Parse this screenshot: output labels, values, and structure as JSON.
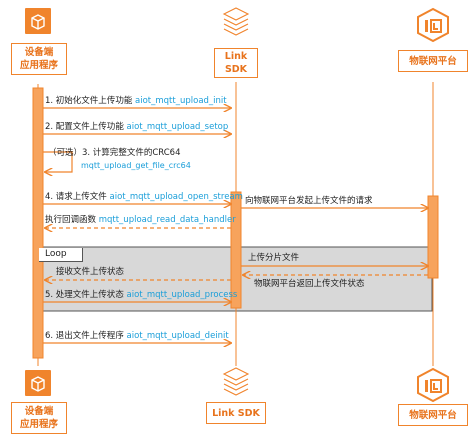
{
  "participants": {
    "app": {
      "line1": "设备端",
      "line2": "应用程序"
    },
    "sdk_top": "Link SDK",
    "sdk_top_line1": "Link",
    "sdk_top_line2": "SDK",
    "sdk_bottom": "Link SDK",
    "cloud": "物联网平台"
  },
  "steps": {
    "s1": {
      "text": "1. 初始化文件上传功能",
      "api": "aiot_mqtt_upload_init"
    },
    "s2": {
      "text": "2. 配置文件上传功能",
      "api": "aiot_mqtt_upload_setop"
    },
    "s3": {
      "text": "（可选）3. 计算完整文件的CRC64",
      "api": "mqtt_upload_get_file_crc64"
    },
    "s4": {
      "text": "4. 请求上传文件",
      "api": "aiot_mqtt_upload_open_stream"
    },
    "s4r": "向物联网平台发起上传文件的请求",
    "cb": {
      "text": "执行回调函数",
      "api": "mqtt_upload_read_data_handler"
    },
    "loop": "Loop",
    "chunk": "上传分片文件",
    "recv": "接收文件上传状态",
    "ret": "物联网平台返回上传文件状态",
    "s5": {
      "text": "5. 处理文件上传状态",
      "api": "aiot_mqtt_upload_process"
    },
    "s6": {
      "text": "6. 退出文件上传程序",
      "api": "aiot_mqtt_upload_deinit"
    }
  },
  "colors": {
    "orange": "#f0842c",
    "api_blue": "#1a9ed9",
    "arrow": "#f0842c"
  }
}
